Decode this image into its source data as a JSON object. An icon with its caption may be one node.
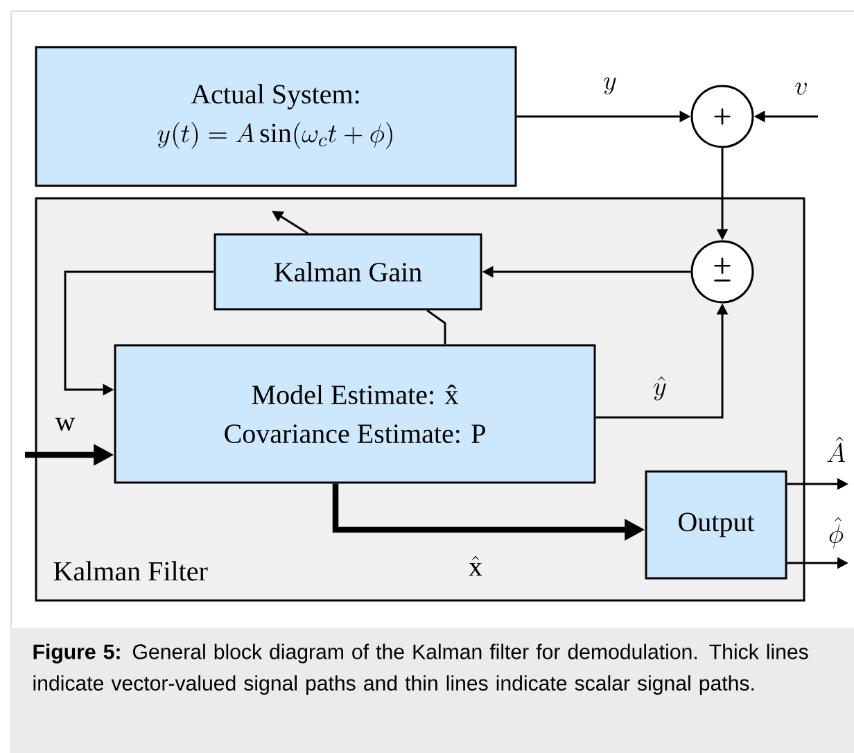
{
  "diagram": {
    "caption": "**Figure 5:** General block diagram of the Kalman filter for demodulation. Thick lines indicate vector-valued signal paths and thin lines indicate scalar signal paths.",
    "nodes": [
      {
        "text": [
          "Actual System:",
          "y(t) = A\\sin(\\omega_c t + \\phi)"
        ]
      },
      {
        "text": [
          "+"
        ]
      },
      {
        "text": [
          "Kalman Filter"
        ]
      },
      {
        "text": [
          "Kalman Gain"
        ],
        "in": 2
      },
      {
        "text": [
          "+",
          "−"
        ],
        "in": 2
      },
      {
        "text": [
          "Model Estimate: x̂",
          "Covariance Estimate: P"
        ],
        "in": 2
      },
      {
        "text": [
          "Output"
        ],
        "in": 2
      }
    ],
    "edges": [
      {
        "from": 0,
        "to": 1,
        "arrow": "to",
        "label": "y"
      },
      {
        "from": null,
        "to": 1,
        "arrow": "to",
        "label": "v"
      },
      {
        "from": 1,
        "to": 4,
        "arrow": "to"
      },
      {
        "from": 4,
        "to": 3,
        "arrow": "to"
      },
      {
        "from": 3,
        "to": 5,
        "arrow": "to"
      },
      {
        "from": null,
        "to": 5,
        "arrow": "to",
        "label": "\\mathrm{w}",
        "style": "thick"
      },
      {
        "from": 5,
        "to": 4,
        "arrow": "to",
        "label": "\\hat{y}"
      },
      {
        "from": 5,
        "to": 3,
        "arrow": "none"
      },
      {
        "from": 5,
        "to": 6,
        "arrow": "to",
        "label": "\\hat{\\mathrm{x}}",
        "style": "thick"
      },
      {
        "from": 6,
        "to": null,
        "arrow": "to",
        "label": "\\hat{A}"
      },
      {
        "from": 6,
        "to": null,
        "arrow": "to",
        "label": "\\hat{\\phi}"
      },
      {
        "from": 3,
        "to": null,
        "arrow": "to"
      }
    ]
  }
}
